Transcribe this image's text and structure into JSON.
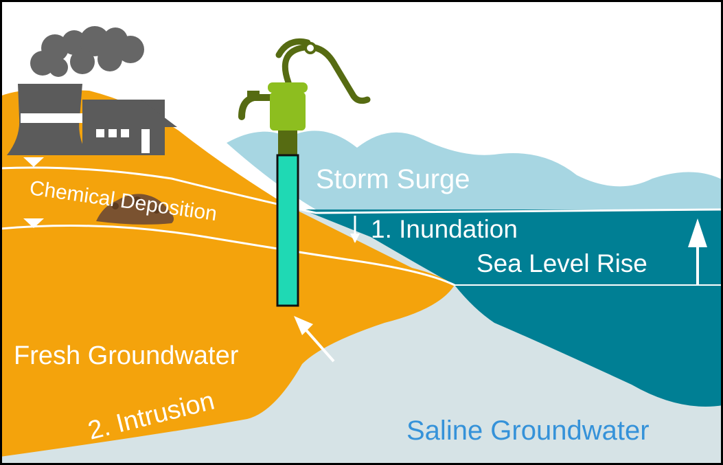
{
  "labels": {
    "storm_surge": "Storm Surge",
    "inundation": "1. Inundation",
    "sea_level_rise": "Sea Level Rise",
    "chemical_deposition": "Chemical Deposition",
    "fresh_groundwater": "Fresh Groundwater",
    "intrusion": "2. Intrusion",
    "saline_groundwater": "Saline Groundwater"
  },
  "colors": {
    "land": "#F4A30C",
    "saline_groundwater": "#D6E3E6",
    "sea": "#007F94",
    "storm_surge": "#A7D6E2",
    "well_casing": "#1FD9B4",
    "pump_body": "#8DBE1F",
    "pump_handle": "#566B12",
    "factory": "#5B5B5B",
    "smoke": "#666666",
    "saline_label": "#3592D9",
    "white": "#FFFFFF"
  },
  "icons": [
    "factory-icon",
    "smoke-icon",
    "hand-pump-icon",
    "chemical-pile-icon"
  ]
}
